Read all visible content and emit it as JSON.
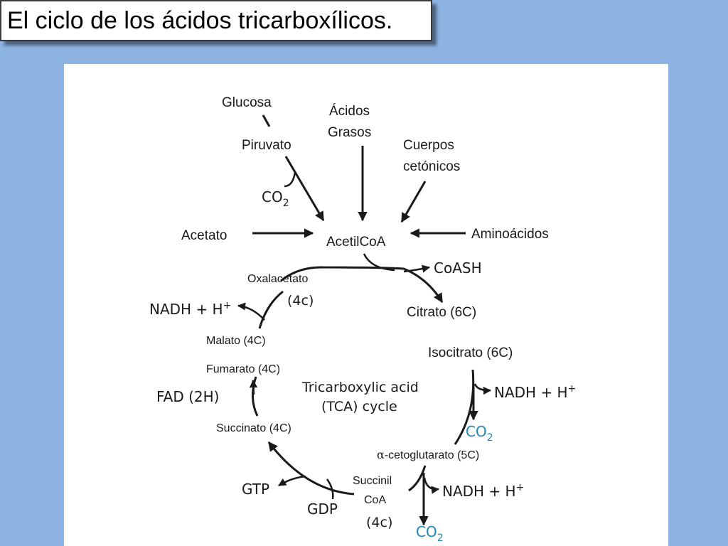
{
  "slide": {
    "title": "El ciclo de los ácidos tricarboxílicos."
  },
  "diagram": {
    "glucosa": "Glucosa",
    "acidos_grasos_line1": "Ácidos",
    "acidos_grasos_line2": "Grasos",
    "piruvato": "Piruvato",
    "cuerpos_line1": "Cuerpos",
    "cuerpos_line2": "cetónicos",
    "co2_main": "CO",
    "co2_sub": "2",
    "acetato": "Acetato",
    "acetilcoa": "AcetilCoA",
    "aminoacidos": "Aminoácidos",
    "oxalacetato": "Oxalacetato",
    "oxal_4c": "(4c)",
    "coash": "CoASH",
    "nadh_left": "NADH + H",
    "nadh_left_sup": "+",
    "citrato": "Citrato (6C)",
    "malato": "Malato (4C)",
    "isocitrato": "Isocitrato (6C)",
    "fumarato": "Fumarato (4C)",
    "tca_line1": "Tricarboxylic acid",
    "tca_line2": "(TCA) cycle",
    "fad": "FAD (2H)",
    "nadh_right1": "NADH + H",
    "nadh_right1_sup": "+",
    "succinato": "Succinato (4C)",
    "co2_blue1": "CO",
    "co2_blue1_sub": "2",
    "alpha": "α",
    "cetoglutarato": "-cetoglutarato (5C)",
    "succinil_line1": "Succinil",
    "succinil_line2": "CoA",
    "succinil_4c": "(4c)",
    "gtp": "GTP",
    "gdp": "GDP",
    "nadh_right2": "NADH + H",
    "nadh_right2_sup": "+",
    "co2_blue2": "CO",
    "co2_blue2_sub": "2"
  },
  "colors": {
    "background": "#8db3e2",
    "panel": "#ffffff",
    "co2_blue": "#1e88b8",
    "arrow": "#1a1a1a"
  }
}
